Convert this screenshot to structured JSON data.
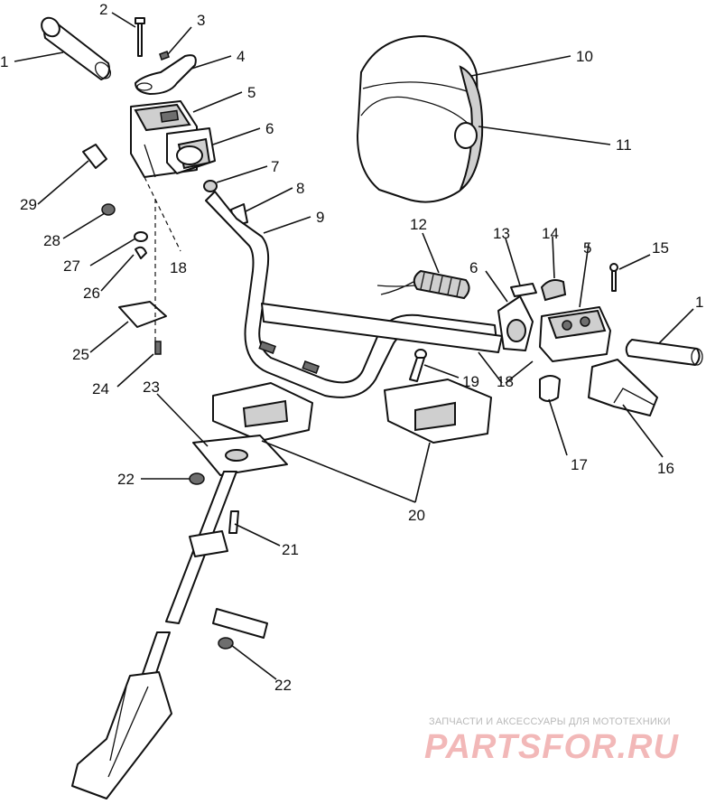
{
  "callouts": {
    "c1a": "1",
    "c2": "2",
    "c3": "3",
    "c4": "4",
    "c5a": "5",
    "c6a": "6",
    "c7": "7",
    "c8": "8",
    "c9": "9",
    "c10": "10",
    "c11": "11",
    "c12": "12",
    "c13": "13",
    "c14": "14",
    "c5b": "5",
    "c15": "15",
    "c1b": "1",
    "c6b": "6",
    "c19": "19",
    "c18a": "18",
    "c18b": "18",
    "c17": "17",
    "c16": "16",
    "c20": "20",
    "c21": "21",
    "c22a": "22",
    "c22b": "22",
    "c23": "23",
    "c24": "24",
    "c25": "25",
    "c26": "26",
    "c27": "27",
    "c28": "28",
    "c29": "29"
  },
  "watermark": {
    "caption": "ЗАПЧАСТИ И АКСЕССУАРЫ ДЛЯ МОТОТЕХНИКИ",
    "brand": "PARTSFOR.RU"
  }
}
